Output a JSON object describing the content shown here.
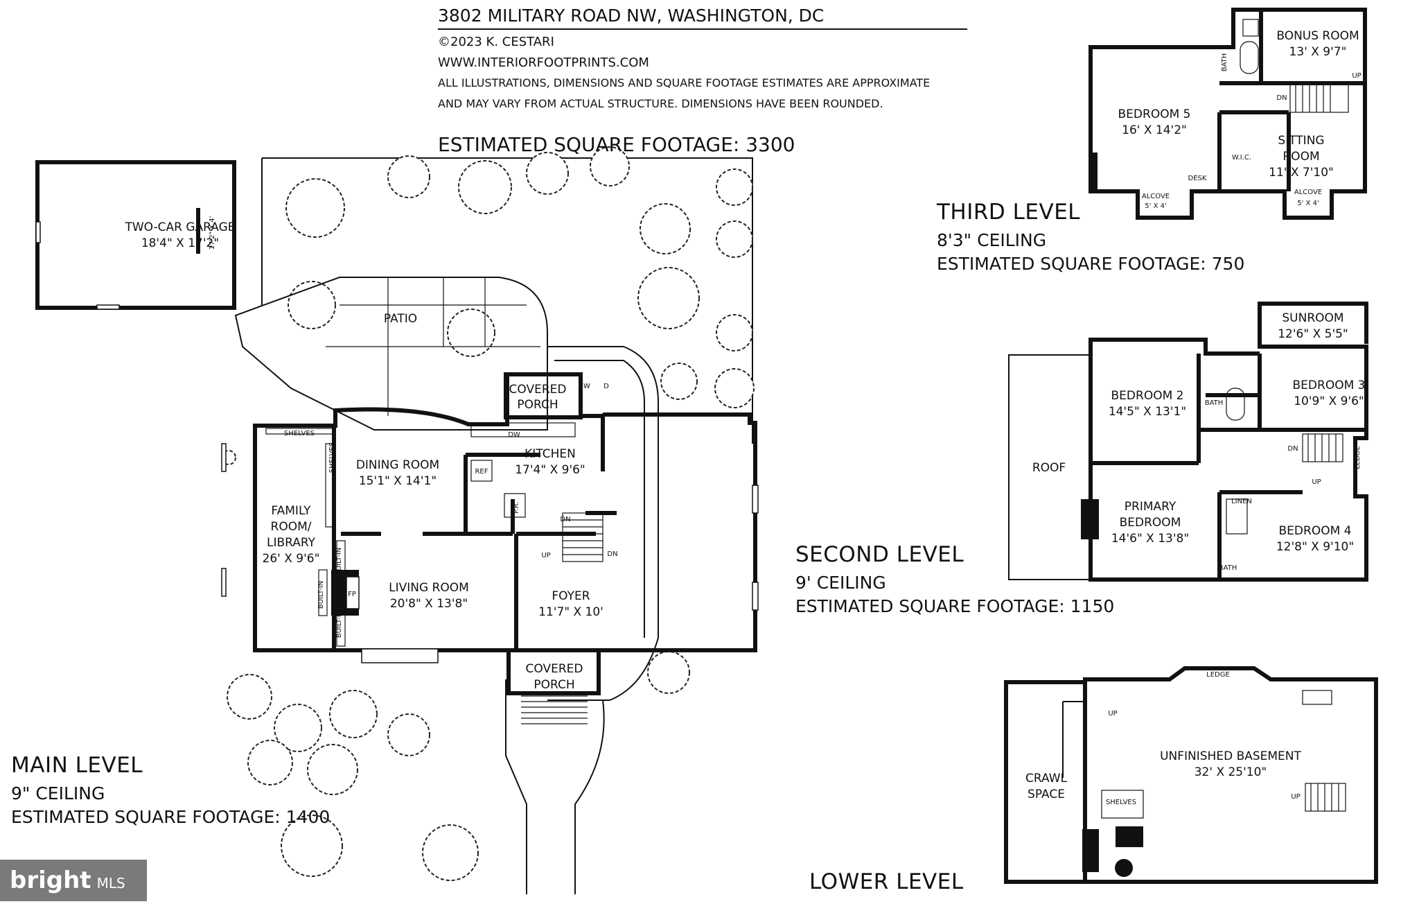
{
  "header": {
    "address": "3802 MILITARY ROAD NW, WASHINGTON, DC",
    "copyright": "©2023 K. CESTARI",
    "website": "WWW.INTERIORFOOTPRINTS.COM",
    "disclaimer_1": "ALL ILLUSTRATIONS, DIMENSIONS AND SQUARE FOOTAGE ESTIMATES ARE APPROXIMATE",
    "disclaimer_2": "AND MAY VARY FROM ACTUAL STRUCTURE. DIMENSIONS HAVE BEEN ROUNDED.",
    "total_sqft": "ESTIMATED SQUARE FOOTAGE: 3300"
  },
  "levels": {
    "main": {
      "title": "MAIN LEVEL",
      "ceiling": "9\" CEILING",
      "sqft": "ESTIMATED SQUARE FOOTAGE: 1400"
    },
    "second": {
      "title": "SECOND LEVEL",
      "ceiling": "9' CEILING",
      "sqft": "ESTIMATED SQUARE FOOTAGE: 1150"
    },
    "third": {
      "title": "THIRD LEVEL",
      "ceiling": "8'3\" CEILING",
      "sqft": "ESTIMATED SQUARE FOOTAGE: 750"
    },
    "lower": {
      "title": "LOWER LEVEL"
    }
  },
  "rooms": {
    "garage": [
      "TWO-CAR GARAGE",
      "18'4\" X 17'2\""
    ],
    "garage_side": "17'2\" X 4'",
    "patio": "PATIO",
    "covered_porch_back": [
      "COVERED",
      "PORCH"
    ],
    "dining": [
      "DINING ROOM",
      "15'1\" X 14'1\""
    ],
    "kitchen": [
      "KITCHEN",
      "17'4\" X 9'6\""
    ],
    "family": [
      "FAMILY",
      "ROOM/",
      "LIBRARY",
      "26' X 9'6\""
    ],
    "living": [
      "LIVING ROOM",
      "20'8\" X 13'8\""
    ],
    "foyer": [
      "FOYER",
      "11'7\" X 10'"
    ],
    "covered_porch_front": [
      "COVERED",
      "PORCH"
    ],
    "bonus": [
      "BONUS ROOM",
      "13' X 9'7\""
    ],
    "bedroom5": [
      "BEDROOM 5",
      "16' X 14'2\""
    ],
    "sitting": [
      "SITTING",
      "ROOM",
      "11' X 7'10\""
    ],
    "alcove_a": [
      "ALCOVE",
      "5' X 4'"
    ],
    "alcove_b": [
      "ALCOVE",
      "5' X 4'"
    ],
    "sunroom": [
      "SUNROOM",
      "12'6\" X 5'5\""
    ],
    "bedroom2": [
      "BEDROOM 2",
      "14'5\" X 13'1\""
    ],
    "bedroom3": [
      "BEDROOM 3",
      "10'9\" X 9'6\""
    ],
    "roof": "ROOF",
    "primary": [
      "PRIMARY",
      "BEDROOM",
      "14'6\" X 13'8\""
    ],
    "bedroom4": [
      "BEDROOM 4",
      "12'8\" X 9'10\""
    ],
    "basement": [
      "UNFINISHED BASEMENT",
      "32' X 25'10\""
    ],
    "crawl": [
      "CRAWL",
      "SPACE"
    ]
  },
  "small_labels": {
    "shelves": "SHELVES",
    "built_in": "BUILT-IN",
    "fp": "FP",
    "dw": "DW",
    "ref": "REF",
    "pr": "P.R.",
    "up": "UP",
    "dn": "DN",
    "w": "W",
    "d": "D",
    "bath": "BATH",
    "wic": "W.I.C.",
    "desk": "DESK",
    "linen": "LINEN",
    "ledge": "LEDGE"
  },
  "logo": {
    "brand": "bright",
    "suffix": "MLS"
  }
}
